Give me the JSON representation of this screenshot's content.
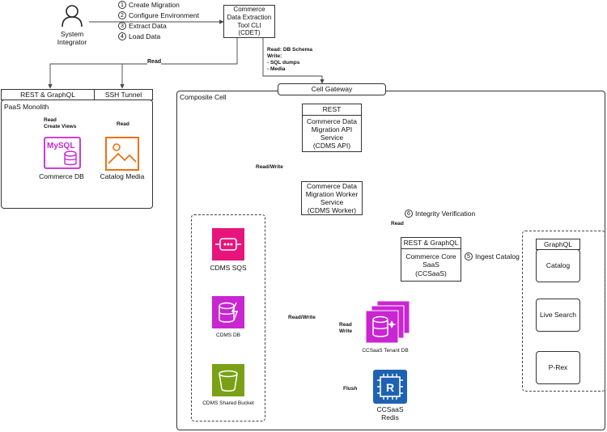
{
  "actor": {
    "label": "System\nIntegrator"
  },
  "steps": [
    {
      "num": "1",
      "label": "Create Migration"
    },
    {
      "num": "2",
      "label": "Configure Environment"
    },
    {
      "num": "3",
      "label": "Extract Data"
    },
    {
      "num": "4",
      "label": "Load Data"
    }
  ],
  "cdet": {
    "label": "Commerce\nData Extraction\nTool CLI\n(CDET)"
  },
  "edges": {
    "read_top": "Read",
    "cdet_write": "Read: DB Schema\nWrite:\n- SQL dumps\n- Media",
    "read_create_views": "Read\nCreate Views",
    "read_media": "Read",
    "read_write_api": "Read/Write",
    "read_worker": "Read",
    "read_write_db": "Read/Write",
    "read_write_tenant": "Read\nWrite",
    "flush": "Flush"
  },
  "paas": {
    "rest_graphql": "REST & GraphQL",
    "ssh_tunnel": "SSH Tunnel",
    "title": "PaaS Monolith",
    "mysql_logo": "MySQL",
    "commerce_db": "Commerce DB",
    "catalog_media": "Catalog Media"
  },
  "cell_gateway": "Cell Gateway",
  "composite_cell": "Composite Cell",
  "cdms_api": {
    "rest": "REST",
    "label": "Commerce Data\nMigration API\nService\n(CDMS API)"
  },
  "cdms_worker": {
    "label": "Commerce Data\nMigration Worker\nService\n(CDMS Worker)"
  },
  "steps_cell": [
    {
      "num": "6",
      "label": "Integrity Verification"
    },
    {
      "num": "5",
      "label": "Ingest Catalog"
    }
  ],
  "ccsaas": {
    "header": "REST & GraphQL",
    "label": "Commerce Core\nSaaS\n(CCSaaS)"
  },
  "aws": {
    "sqs": "CDMS SQS",
    "db": "CDMS DB",
    "bucket": "CDMS Shared Bucket"
  },
  "tenant_db": "CCSaaS Tenant DB",
  "redis": "CCSaaS\nRedis",
  "graphql_group": {
    "header": "GraphQL",
    "items": [
      "Catalog",
      "Live Search",
      "P-Rex"
    ]
  },
  "colors": {
    "mysql": "#c924d6",
    "catalog_media": "#ec7211",
    "sqs": "#e7157b",
    "aws_db": "#c925d1",
    "bucket": "#7aa116",
    "redis": "#1f62b3"
  }
}
